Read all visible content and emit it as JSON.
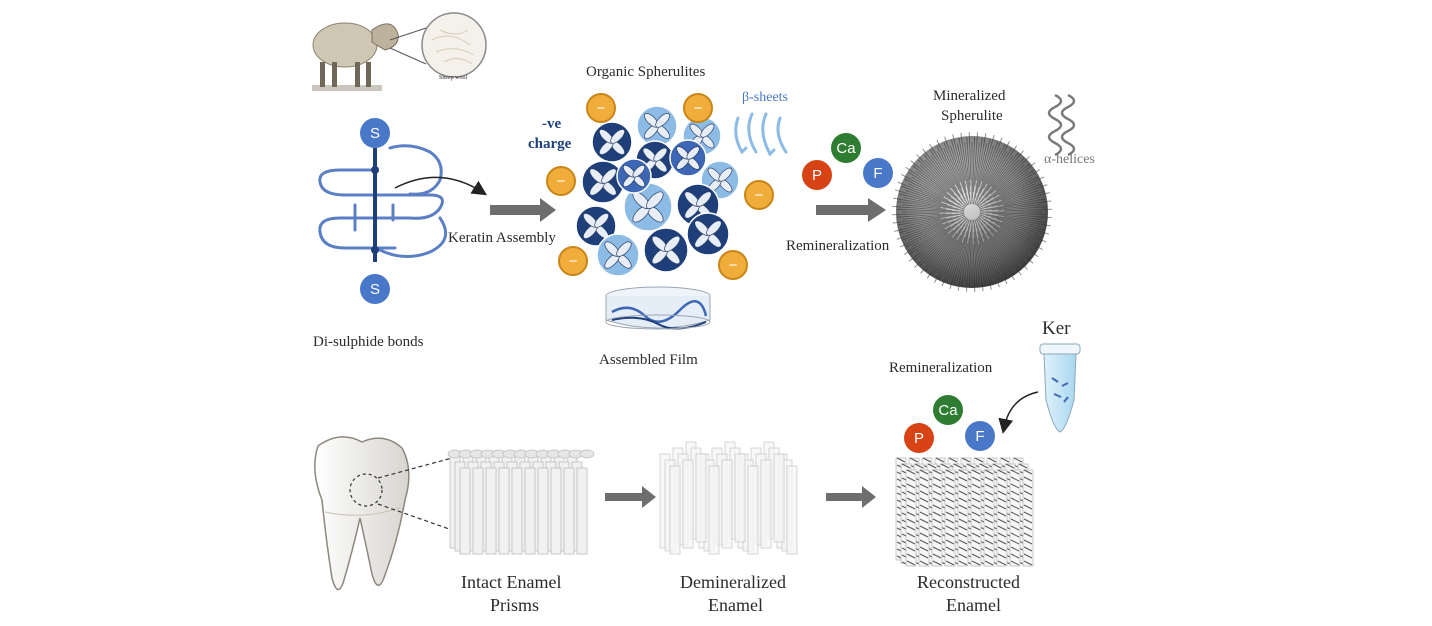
{
  "labels": {
    "sheep_wool": "Sheep wool",
    "organic_spherulites": "Organic Spherulites",
    "beta_sheets": "β-sheets",
    "neg_charge_1": "-ve",
    "neg_charge_2": "charge",
    "keratin_assembly": "Keratin Assembly",
    "disulphide_bonds": "Di-sulphide bonds",
    "assembled_film": "Assembled Film",
    "remineralization_top": "Remineralization",
    "mineralized_1": "Mineralized",
    "mineralized_2": "Spherulite",
    "alpha_helices": "α-helices",
    "ker": "Ker",
    "remineralization_bottom": "Remineralization",
    "intact_1": "Intact Enamel",
    "intact_2": "Prisms",
    "demin_1": "Demineralized",
    "demin_2": "Enamel",
    "recon_1": "Reconstructed",
    "recon_2": "Enamel"
  },
  "ions": {
    "ca": "Ca",
    "p": "P",
    "f": "F",
    "s": "S",
    "minus": "−"
  },
  "colors": {
    "navy": "#1e3f7a",
    "mid_blue": "#3d67b5",
    "light_blue": "#8cbbe6",
    "keratin_blue": "#5b7fc4",
    "charge_orange": "#f0ad3a",
    "ca_green": "#2e7d32",
    "p_red": "#d84315",
    "f_blue": "#4a78c8",
    "arrow_gray": "#6e6e6e"
  },
  "icons": {
    "sheep": "sheep-icon",
    "magnifier": "wool-magnifier-icon",
    "tooth": "tooth-icon",
    "tube": "eppendorf-tube-icon",
    "dish": "petri-dish-icon",
    "helix": "alpha-helix-icon",
    "sheets": "beta-sheet-icon"
  }
}
